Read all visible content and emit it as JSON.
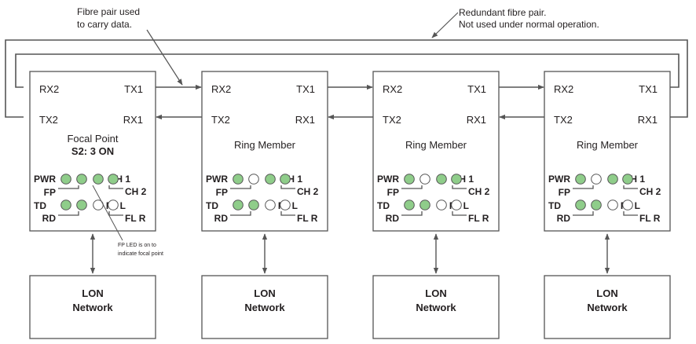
{
  "annotations": {
    "data_pair": [
      "Fibre pair used",
      "to carry data."
    ],
    "redundant_pair": [
      "Redundant fibre pair.",
      "Not used under normal operation."
    ],
    "fp_note": [
      "FP LED is on to",
      "indicate focal point"
    ]
  },
  "ports": {
    "rx2": "RX2",
    "tx1": "TX1",
    "tx2": "TX2",
    "rx1": "RX1"
  },
  "led_labels": {
    "pwr": "PWR",
    "fp": "FP",
    "td": "TD",
    "rd": "RD",
    "ch1": "CH 1",
    "ch2": "CH 2",
    "fll": "FL L",
    "flr": "FL R"
  },
  "led_colors": {
    "on": "#8fcd8a",
    "off": "#ffffff"
  },
  "units": [
    {
      "role": "Focal Point",
      "status": "S2: 3 ON",
      "leds": {
        "pwr": true,
        "fp": true,
        "ch1": true,
        "ch2": true,
        "td": true,
        "rd": true,
        "fll": false,
        "flr": false
      }
    },
    {
      "role": "Ring Member",
      "status": "",
      "leds": {
        "pwr": true,
        "fp": false,
        "ch1": true,
        "ch2": true,
        "td": true,
        "rd": true,
        "fll": false,
        "flr": false
      }
    },
    {
      "role": "Ring Member",
      "status": "",
      "leds": {
        "pwr": true,
        "fp": false,
        "ch1": true,
        "ch2": true,
        "td": true,
        "rd": true,
        "fll": false,
        "flr": false
      }
    },
    {
      "role": "Ring Member",
      "status": "",
      "leds": {
        "pwr": true,
        "fp": false,
        "ch1": true,
        "ch2": true,
        "td": true,
        "rd": true,
        "fll": false,
        "flr": false
      }
    }
  ],
  "network_box": [
    "LON",
    "Network"
  ]
}
